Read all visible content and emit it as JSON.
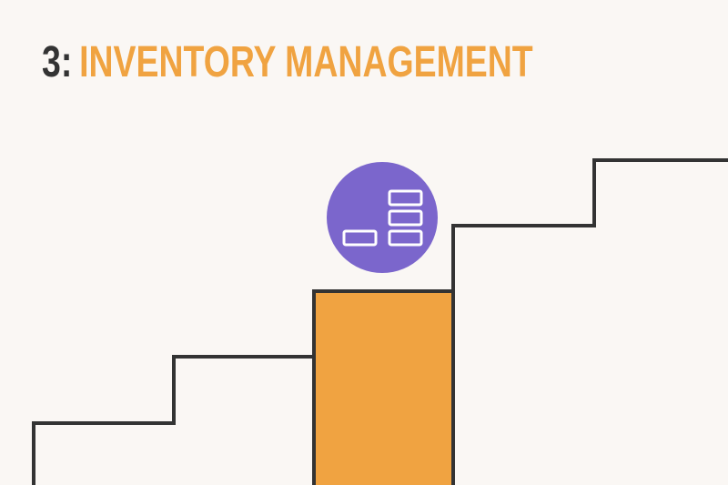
{
  "heading": {
    "number": "3:",
    "title": "INVENTORY MANAGEMENT"
  },
  "colors": {
    "background": "#faf7f4",
    "number_text": "#333333",
    "title_text": "#f0a341",
    "highlighted_step": "#f0a341",
    "icon_circle": "#7b66cc",
    "icon_lines": "#ffffff",
    "stair_outline": "#333333"
  },
  "illustration": {
    "step_count": 5,
    "highlighted_step": 3,
    "icon": "inventory-boxes-icon"
  }
}
